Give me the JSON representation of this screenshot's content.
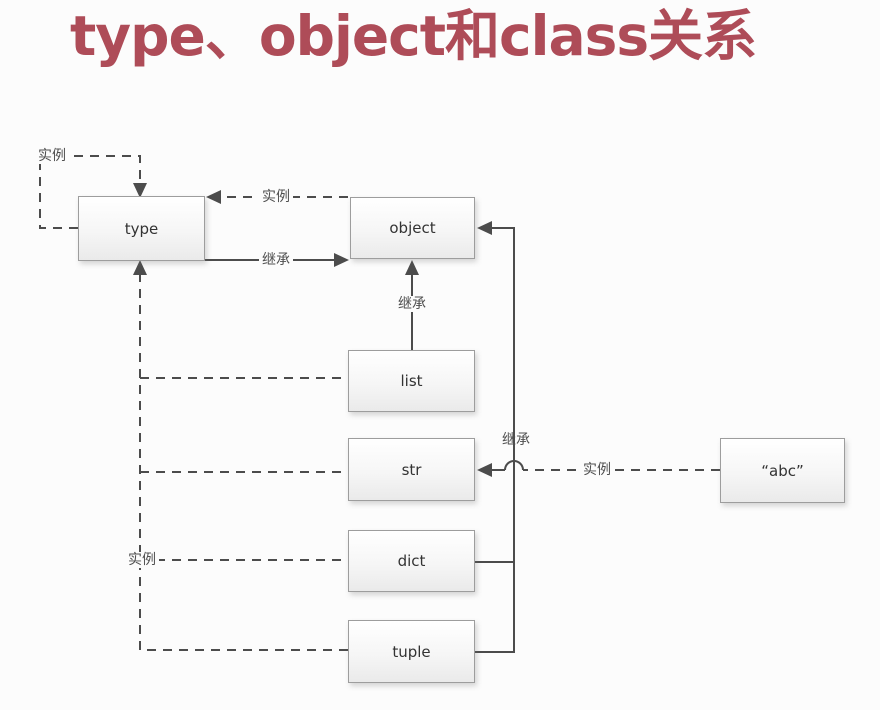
{
  "title": "type、object和class关系",
  "colors": {
    "title": "#ae4c58",
    "line": "#4c4c4c",
    "box_border": "#9d9d9d",
    "box_text": "#333333",
    "edge_label_text": "#4f4f4f",
    "background": "#fcfcfc"
  },
  "nodes": {
    "type": {
      "label": "type"
    },
    "object": {
      "label": "object"
    },
    "list": {
      "label": "list"
    },
    "str": {
      "label": "str"
    },
    "dict": {
      "label": "dict"
    },
    "tuple": {
      "label": "tuple"
    },
    "abc": {
      "label": "“abc”"
    }
  },
  "edges": {
    "type_self_instance": {
      "label": "实例"
    },
    "object_type_instance": {
      "label": "实例"
    },
    "type_object_inherit": {
      "label": "继承"
    },
    "list_object_inherit": {
      "label": "继承"
    },
    "right_inherit": {
      "label": "继承"
    },
    "abc_str_instance": {
      "label": "实例"
    },
    "left_instance": {
      "label": "实例"
    }
  }
}
